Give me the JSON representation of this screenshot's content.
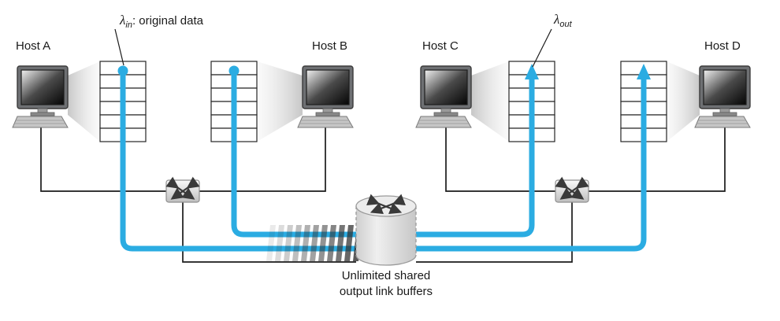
{
  "hosts": {
    "a": "Host A",
    "b": "Host B",
    "c": "Host C",
    "d": "Host D"
  },
  "labels": {
    "lambda_in": {
      "symbol": "λ",
      "sub": "in",
      "rest": ": original data"
    },
    "lambda_out": {
      "symbol": "λ",
      "sub": "out",
      "rest": ""
    },
    "caption_line1": "Unlimited shared",
    "caption_line2": "output link buffers"
  },
  "colors": {
    "flow_blue": "#2BACE2",
    "wire_black": "#1a1a1a",
    "buffer_stroke": "#262626",
    "hatch_gray": "#2f2f2f"
  }
}
